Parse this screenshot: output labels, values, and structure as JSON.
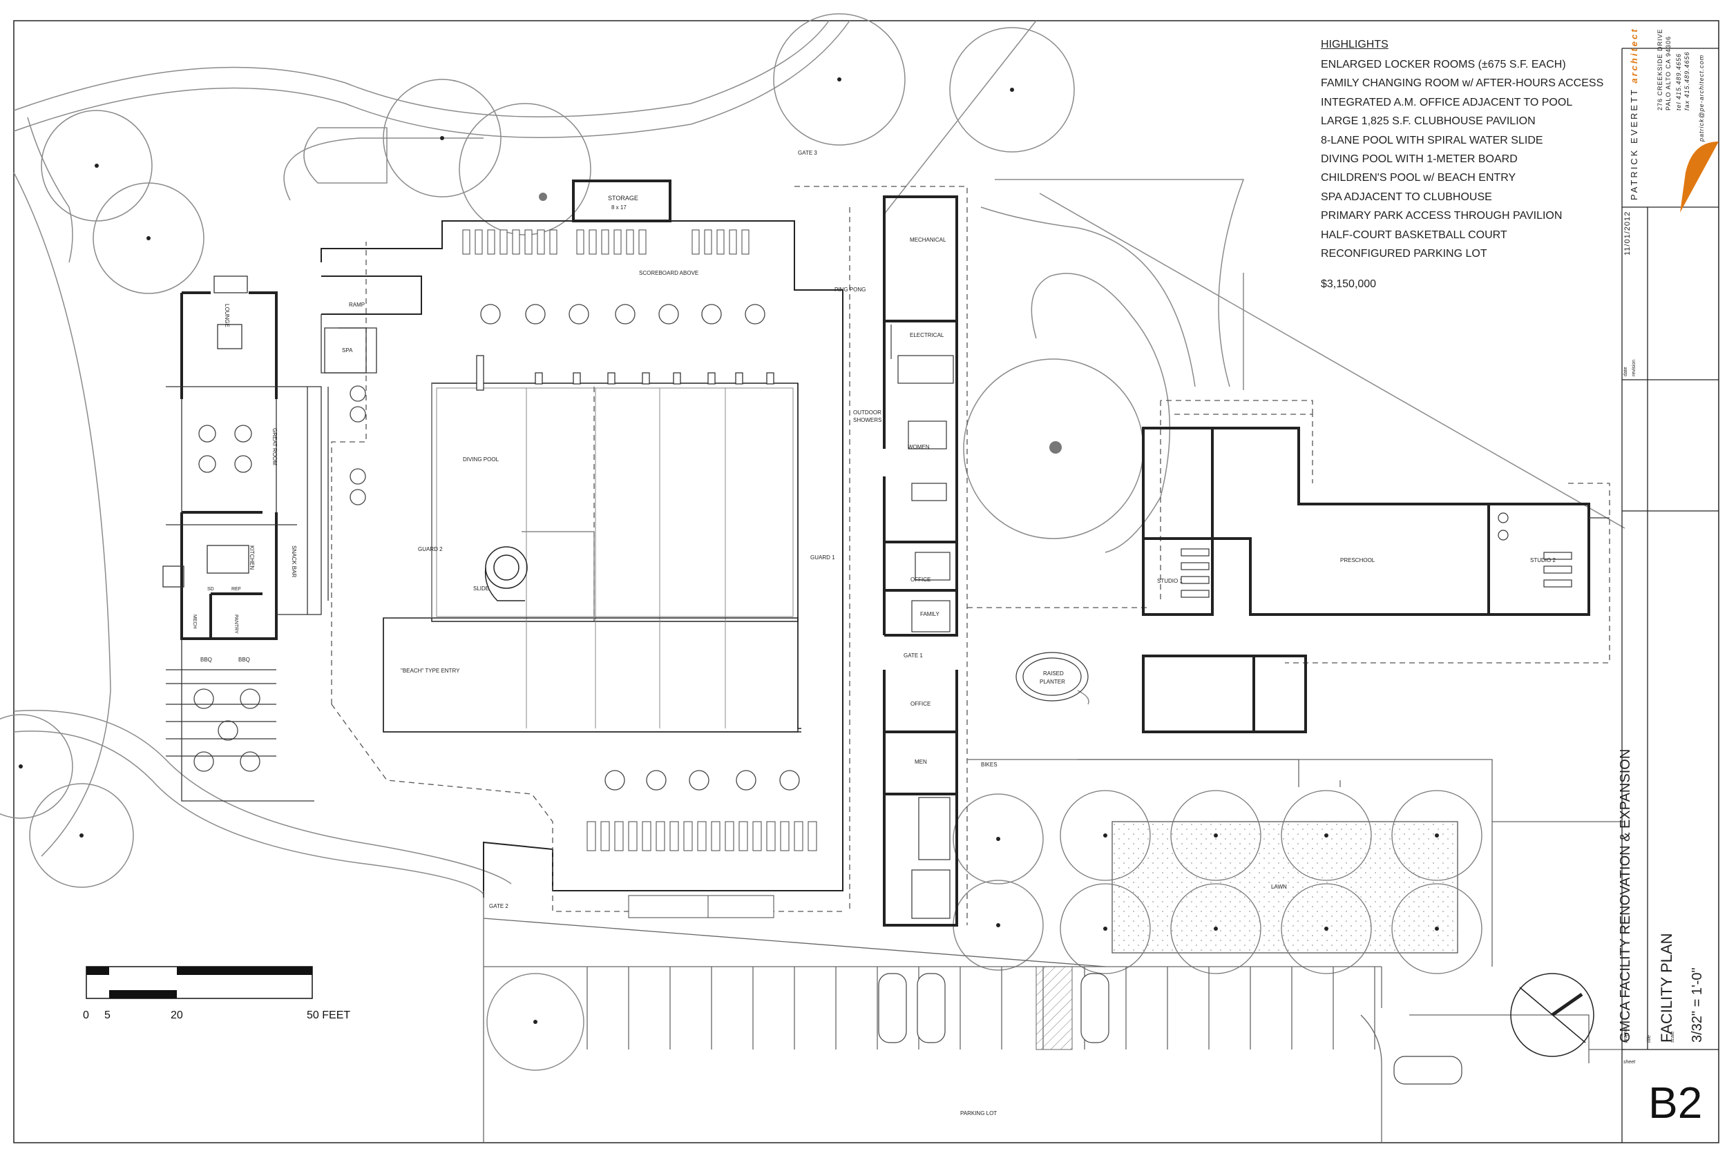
{
  "highlights": {
    "title": "HIGHLIGHTS",
    "items": [
      "ENLARGED LOCKER ROOMS (±675 S.F. EACH)",
      "FAMILY CHANGING ROOM w/ AFTER-HOURS ACCESS",
      "INTEGRATED A.M. OFFICE ADJACENT TO POOL",
      "LARGE 1,825 S.F. CLUBHOUSE PAVILION",
      "8-LANE POOL WITH SPIRAL WATER SLIDE",
      "DIVING POOL WITH 1-METER BOARD",
      "CHILDREN'S POOL w/ BEACH ENTRY",
      "SPA ADJACENT TO CLUBHOUSE",
      "PRIMARY PARK ACCESS THROUGH PAVILION",
      "HALF-COURT BASKETBALL COURT",
      "RECONFIGURED PARKING LOT"
    ],
    "cost": "$3,150,000"
  },
  "title_block": {
    "firm": "PATRICK EVERETT",
    "firm_suffix": "architect",
    "address_1": "276 CREEKSIDE DRIVE",
    "address_2": "PALO ALTO CA 94306",
    "tel": "tel 415.489.4656",
    "fax": "fax 415.489.4656",
    "email": "patrick@pe-architect.com",
    "date": "11/01/2012",
    "date_label": "date",
    "revision_label": "revision",
    "project_label": "project",
    "title_label": "title",
    "scale_label": "scale",
    "sheet_label": "sheet",
    "project": "GMCA FACILITY RENOVATION & EXPANSION",
    "title": "FACILITY PLAN",
    "scale": "3/32\" = 1'-0\"",
    "sheet": "B2",
    "accent_color": "#E07812"
  },
  "graphic_scale": {
    "ticks": [
      "0",
      "5",
      "20",
      "50 FEET"
    ]
  },
  "room_labels": {
    "storage": "STORAGE",
    "storage_size": "8 x 17",
    "scoreboard": "SCOREBOARD ABOVE",
    "gate3": "GATE 3",
    "ramp": "RAMP",
    "spa": "SPA",
    "lounge": "LOUNGE",
    "great_room": "GREAT ROOM",
    "kitchen": "KITCHEN",
    "snack_bar": "SNACK BAR",
    "mech_small": "MECH",
    "pantry": "PANTRY",
    "bbq1": "BBQ",
    "bbq2": "BBQ",
    "ping_pong": "PING PONG",
    "mechanical": "MECHANICAL",
    "electrical": "ELECTRICAL",
    "outdoor": "OUTDOOR",
    "showers": "SHOWERS",
    "women": "WOMEN",
    "office1": "OFFICE",
    "family": "FAMILY",
    "gate1": "GATE 1",
    "office2": "OFFICE",
    "men": "MEN",
    "bikes": "BIKES",
    "diving_pool": "DIVING POOL",
    "guard2": "GUARD 2",
    "slide": "SLIDE",
    "guard1": "GUARD 1",
    "beach_entry": "\"BEACH\" TYPE ENTRY",
    "gate2": "GATE 2",
    "parking_lot": "PARKING LOT",
    "raised": "RAISED",
    "planter": "PLANTER",
    "studio1": "STUDIO 1",
    "preschool": "PRESCHOOL",
    "studio2": "STUDIO 2",
    "lawn": "LAWN",
    "sd": "SD",
    "ref": "REF"
  }
}
